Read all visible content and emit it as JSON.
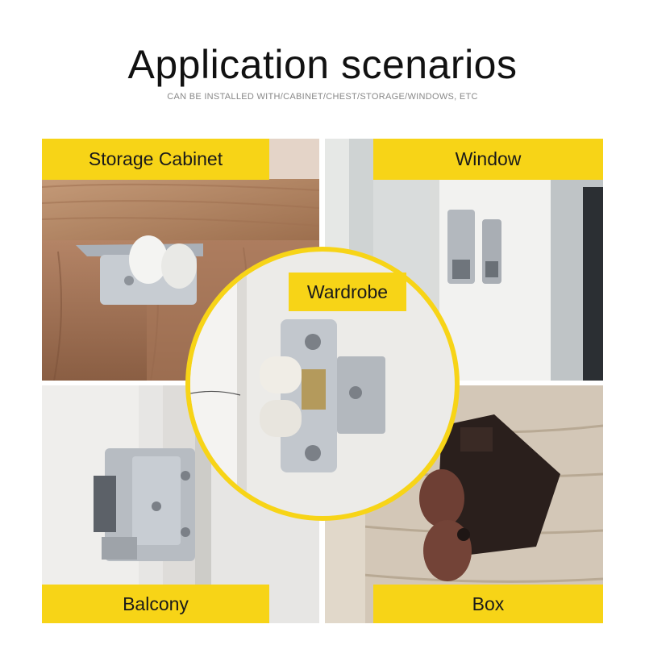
{
  "header": {
    "title": "Application scenarios",
    "subtitle": "CAN BE INSTALLED WITH/CABINET/CHEST/STORAGE/WINDOWS, ETC"
  },
  "scenarios": [
    {
      "label": "Storage Cabinet"
    },
    {
      "label": "Window"
    },
    {
      "label": "Wardrobe"
    },
    {
      "label": "Balcony"
    },
    {
      "label": "Box"
    }
  ],
  "colors": {
    "label_background": "#f7d417",
    "title_text": "#111111",
    "subtitle_text": "#888888"
  }
}
